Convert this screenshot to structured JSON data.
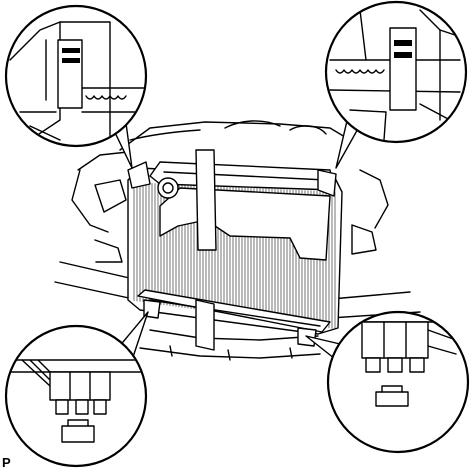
{
  "figure": {
    "label": "P"
  },
  "colors": {
    "line": "#000000",
    "background": "#ffffff"
  },
  "callouts": [
    {
      "id": "top-left",
      "depicts": "upper-mount-clip"
    },
    {
      "id": "top-right",
      "depicts": "upper-mount-clip"
    },
    {
      "id": "bottom-left",
      "depicts": "lower-mount-clip"
    },
    {
      "id": "bottom-right",
      "depicts": "lower-mount-clip"
    }
  ]
}
